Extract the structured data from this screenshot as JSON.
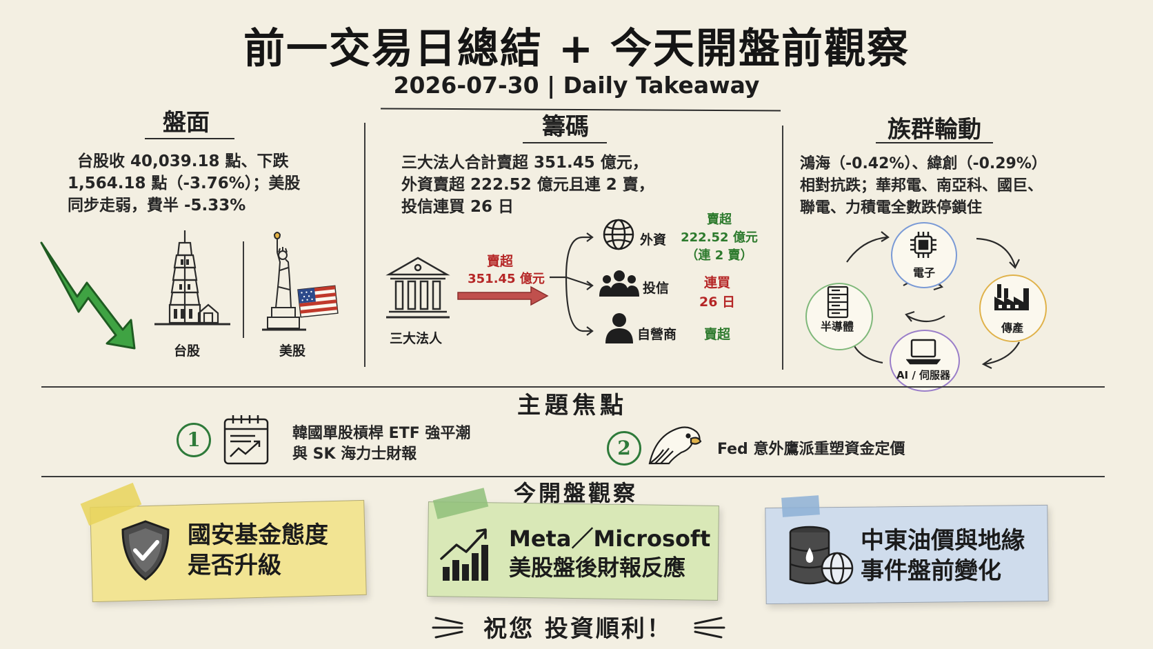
{
  "header": {
    "title": "前一交易日總結 + 今天開盤前觀察",
    "subtitle": "2026-07-30 | Daily Takeaway"
  },
  "market": {
    "heading": "盤面",
    "lines": [
      "台股收 40,039.18 點、下跌",
      "1,564.18 點（-3.76%）；美股",
      "同步走弱，費半 -5.33%"
    ],
    "tw_label": "台股",
    "us_label": "美股"
  },
  "chips": {
    "heading": "籌碼",
    "lines": [
      "三大法人合計賣超 351.45 億元，",
      "外資賣超 222.52 億元且連 2 賣，",
      "投信連買 26 日"
    ],
    "source_label": "三大法人",
    "total_l1": "賣超",
    "total_l2": "351.45 億元",
    "branches": [
      {
        "label": "外資",
        "icon": "globe-icon",
        "value_lines": [
          "賣超",
          "222.52 億元",
          "（連 2 賣）"
        ],
        "color": "#2d7a2d"
      },
      {
        "label": "投信",
        "icon": "group-icon",
        "value_lines": [
          "連買",
          "26 日"
        ],
        "color": "#b52626"
      },
      {
        "label": "自營商",
        "icon": "person-icon",
        "value_lines": [
          "賣超"
        ],
        "color": "#2d7a2d"
      }
    ]
  },
  "rotation": {
    "heading": "族群輪動",
    "lines": [
      "鴻海（-0.42%）、緯創（-0.29%）",
      "相對抗跌；華邦電、南亞科、國巨、",
      "聯電、力積電全數跌停鎖住"
    ],
    "nodes": {
      "electronics": "電子",
      "traditional": "傳產",
      "ai": "AI / 伺服器",
      "semi": "半導體"
    },
    "colors": {
      "electronics": "#7a9ad6",
      "traditional": "#e0b24a",
      "ai": "#9a7ec9",
      "semi": "#7fb87a"
    }
  },
  "themes": {
    "heading": "主題焦點",
    "items": [
      {
        "num": "1",
        "icon": "calendar-chart-icon",
        "lines": [
          "韓國單股槓桿 ETF 強平潮",
          "與 SK 海力士財報"
        ]
      },
      {
        "num": "2",
        "icon": "eagle-icon",
        "lines": [
          "Fed 意外鷹派重塑資金定價"
        ]
      }
    ]
  },
  "watch": {
    "heading": "今開盤觀察",
    "notes": [
      {
        "lines": [
          "國安基金態度",
          "是否升級"
        ],
        "icon": "shield-check-icon",
        "bg": "#f2e493",
        "tape": "#e8d35a"
      },
      {
        "lines": [
          "Meta／Microsoft",
          "美股盤後財報反應"
        ],
        "icon": "growth-chart-icon",
        "bg": "#d9e8b7",
        "tape": "#8fc07a"
      },
      {
        "lines": [
          "中東油價與地緣",
          "事件盤前變化"
        ],
        "icon": "oil-barrel-globe-icon",
        "bg": "#cfdcec",
        "tape": "#8db0d6"
      }
    ]
  },
  "footer": {
    "text": "祝您 投資順利！"
  }
}
